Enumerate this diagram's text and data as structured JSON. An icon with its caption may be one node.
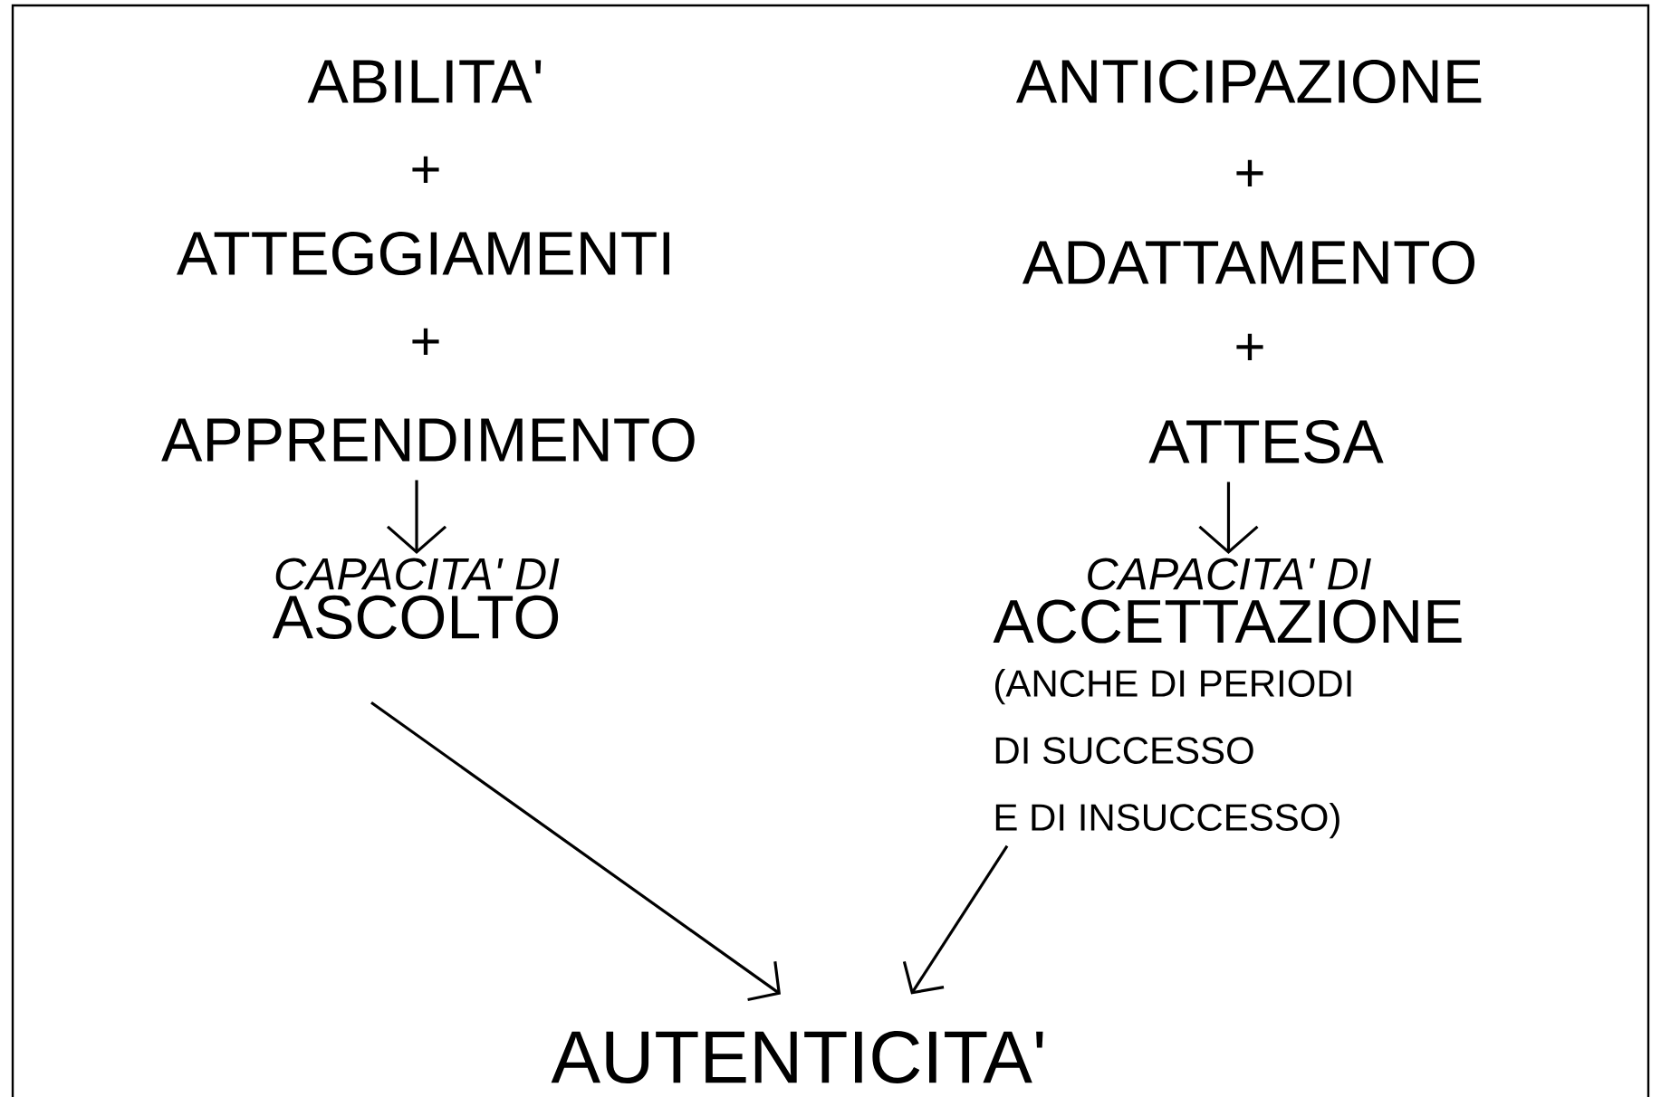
{
  "diagram": {
    "nodes": [
      {
        "text": [
          "ABILITA'"
        ]
      },
      {
        "text": [
          "ANTICIPAZIONE"
        ]
      },
      {
        "text": [
          "ATTEGGIAMENTI"
        ]
      },
      {
        "text": [
          "ADATTAMENTO"
        ]
      },
      {
        "text": [
          "APPRENDIMENTO"
        ]
      },
      {
        "text": [
          "ATTESA"
        ]
      },
      {
        "text": [
          "CAPACITA' DI",
          "ASCOLTO"
        ]
      },
      {
        "text": [
          "CAPACITA' DI",
          "ACCETTAZIONE",
          "(ANCHE DI PERIODI DI SUCCESSO E DI INSUCCESSO)"
        ]
      },
      {
        "text": [
          "AUTENTICITA'"
        ]
      }
    ],
    "edges": [
      {
        "from": 4,
        "to": 6,
        "arrow": "to"
      },
      {
        "from": 5,
        "to": 7,
        "arrow": "to"
      },
      {
        "from": 6,
        "to": 8,
        "arrow": "to"
      },
      {
        "from": 7,
        "to": 8,
        "arrow": "to"
      }
    ],
    "labels": [
      "+",
      "+",
      "+",
      "+"
    ]
  }
}
